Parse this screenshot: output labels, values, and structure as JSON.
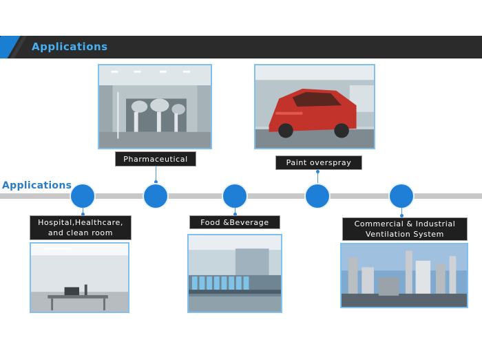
{
  "header": {
    "title": "Applications"
  },
  "timeline": {
    "label": "Applications"
  },
  "applications": {
    "pharmaceutical": {
      "label": "Pharmaceutical"
    },
    "paint": {
      "label": "Paint overspray"
    },
    "hospital": {
      "line1": "Hospital,Healthcare,",
      "line2": "and clean room"
    },
    "food": {
      "label": "Food &Beverage"
    },
    "commercial": {
      "line1": "Commercial & Industrial",
      "line2": "Ventilation System"
    }
  },
  "colors": {
    "accent": "#1f7fd6",
    "header_bg": "#2b2b2b",
    "title": "#46b0f2"
  }
}
